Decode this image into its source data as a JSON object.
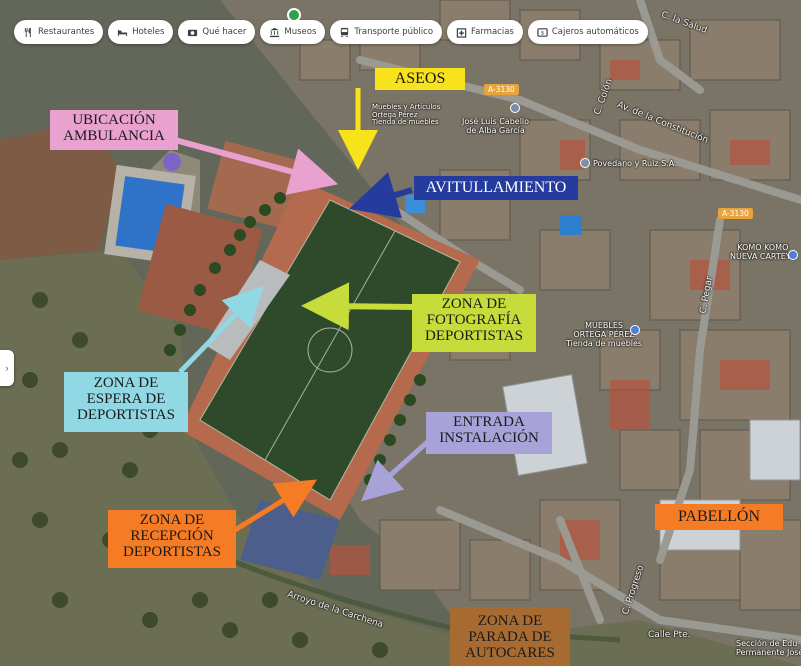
{
  "chips": [
    {
      "label": "Restaurantes",
      "icon": "restaurant-icon"
    },
    {
      "label": "Hoteles",
      "icon": "hotel-icon"
    },
    {
      "label": "Qué hacer",
      "icon": "camera-icon"
    },
    {
      "label": "Museos",
      "icon": "museum-icon"
    },
    {
      "label": "Transporte público",
      "icon": "transit-icon"
    },
    {
      "label": "Farmacias",
      "icon": "pharmacy-icon"
    },
    {
      "label": "Cajeros automáticos",
      "icon": "atm-icon"
    }
  ],
  "labels": {
    "aseos": "ASEOS",
    "ambulancia": "UBICACIÓN\nAMBULANCIA",
    "avituallamiento": "AVITULLAMIENTO",
    "fotografia": "ZONA DE\nFOTOGRAFÍA\nDEPORTISTAS",
    "espera": "ZONA DE\nESPERA DE\nDEPORTISTAS",
    "entrada": "ENTRADA\nINSTALACIÓN",
    "recepcion": "ZONA DE\nRECEPCIÓN\nDEPORTISTAS",
    "pabellon": "PABELLÓN",
    "autocares": "ZONA DE\nPARADA DE\nAUTOCARES"
  },
  "streets": {
    "salud": "C. la Salud",
    "colon": "C. Colón",
    "constitucion": "Av. de la Constitución",
    "pegar": "C. Pegar",
    "progreso": "C. Progreso",
    "arroyo": "Arroyo de la Carchena",
    "calle_pte": "Calle Pte."
  },
  "roads": {
    "a3130_top": "A-3130",
    "a3130_right": "A-3130"
  },
  "pois": {
    "muebles_top": "Muebles y Artículos\nOrtega Pérez\nTienda de muebles",
    "jose_luis": "José Luis Cabello\nde Alba García",
    "povedano": "Povedano y Ruiz S.A.",
    "komo": "KOMO KOMO\nNUEVA CARTEYA",
    "muebles_mid": "MUEBLES\nORTEGA PÉREZ\nTienda de muebles",
    "seccion": "Sección de Edu\nPermanente José"
  },
  "colors": {
    "aseos": "#f7e21c",
    "ambulancia": "#e9a1d0",
    "avituallamiento": "#263b9e",
    "fotografia": "#c6dc3a",
    "espera": "#8fd8e4",
    "entrada": "#a7a3d8",
    "recepcion": "#f57c24",
    "pabellon": "#f57c24",
    "autocares": "#a76b32"
  }
}
